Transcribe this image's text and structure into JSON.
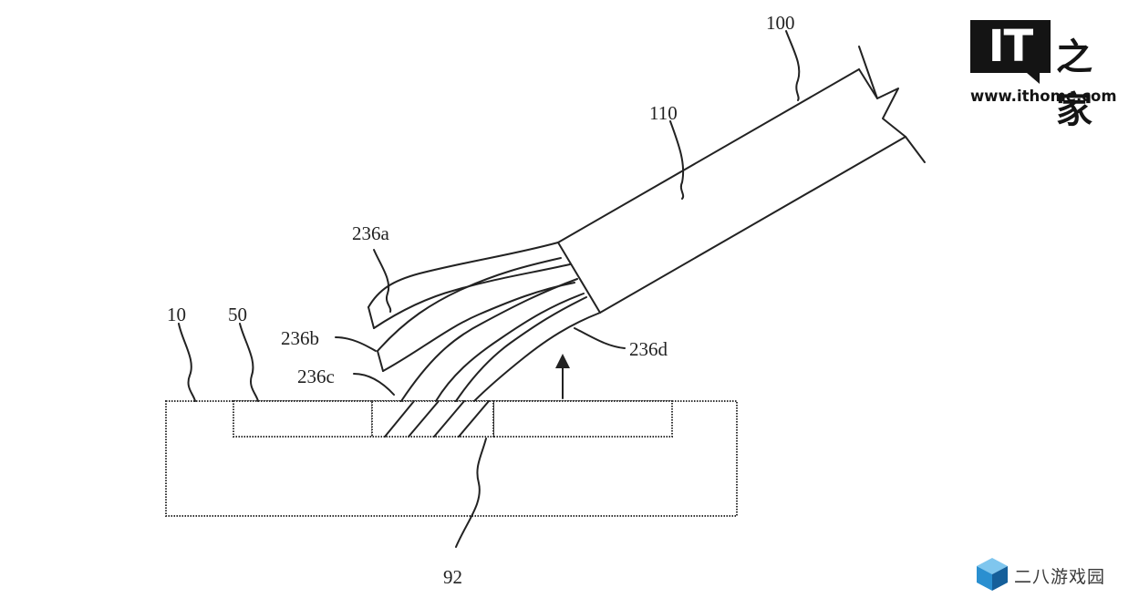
{
  "figure": {
    "labels": {
      "base": "10",
      "recess": "50",
      "ref_92": "92",
      "tool": "100",
      "tool_body": "110",
      "strand_a": "236a",
      "strand_b": "236b",
      "strand_c": "236c",
      "strand_d": "236d"
    }
  },
  "watermarks": {
    "ithome_logo": "IT",
    "ithome_cn": "之家",
    "ithome_url": "www.ithome.com",
    "game_site": "二八游戏园"
  }
}
